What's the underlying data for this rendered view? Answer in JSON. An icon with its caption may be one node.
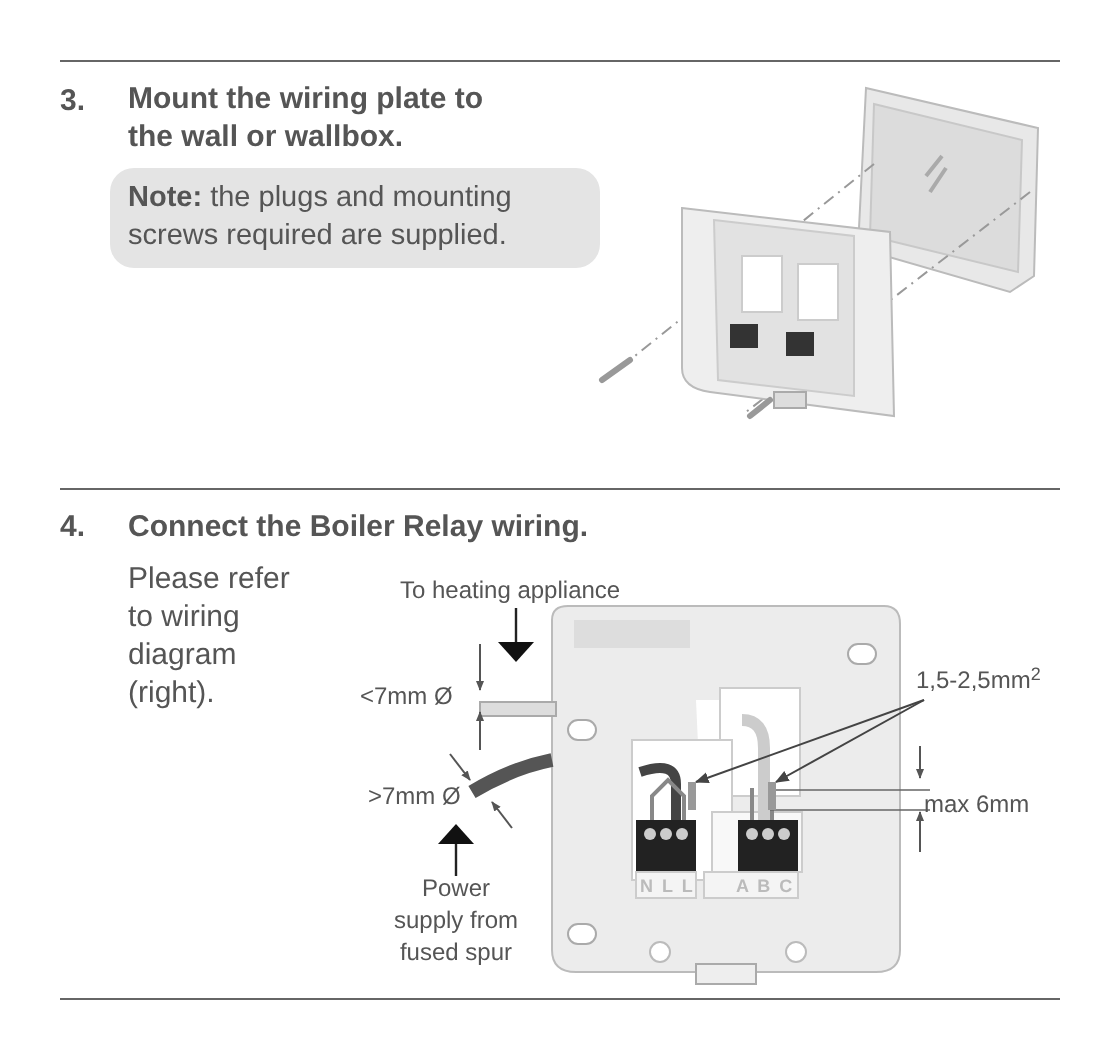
{
  "diagram": {
    "nodes": [
      {
        "text": [
          "**Note:** the plugs and mounting screws required are supplied."
        ]
      },
      {
        "text": [
          "1,5-2,5mm$^{2}$"
        ]
      },
      {
        "text": [],
        "shape": "bar"
      },
      {
        "text": [],
        "shape": "bar"
      }
    ],
    "edges": [
      {
        "from": 1,
        "to": 2,
        "arrow": "to"
      },
      {
        "from": 1,
        "to": 3,
        "arrow": "to"
      }
    ],
    "labels": [
      "3.",
      "Mount the wiring plate to the wall or wallbox.",
      "4.",
      "Connect the Boiler Relay wiring.",
      "Please refer to wiring diagram (right).",
      "To heating appliance",
      "<7mm Ø",
      ">7mm Ø",
      "max 6mm",
      "N L L",
      "A B C",
      "Power supply from fused spur"
    ]
  }
}
